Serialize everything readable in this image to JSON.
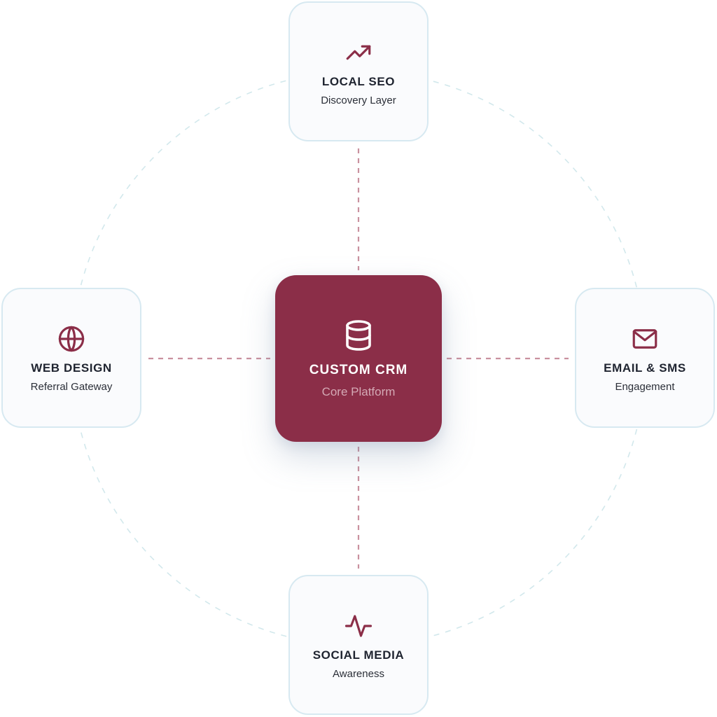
{
  "center": {
    "title": "CUSTOM CRM",
    "subtitle": "Core Platform",
    "icon": "database-icon"
  },
  "nodes": {
    "top": {
      "title": "LOCAL SEO",
      "subtitle": "Discovery Layer",
      "icon": "trending-up-icon"
    },
    "left": {
      "title": "WEB DESIGN",
      "subtitle": "Referral Gateway",
      "icon": "globe-icon"
    },
    "right": {
      "title": "EMAIL & SMS",
      "subtitle": "Engagement",
      "icon": "mail-icon"
    },
    "bottom": {
      "title": "SOCIAL MEDIA",
      "subtitle": "Awareness",
      "icon": "activity-icon"
    }
  },
  "colors": {
    "accent": "#8b2e48",
    "center_subtitle": "#d4a9b5",
    "card_border": "#d7e9f1",
    "card_background": "#fafbfd",
    "orbit_ring": "#d2e8ec",
    "connector": "#c9919f",
    "text": "#1f2430"
  }
}
